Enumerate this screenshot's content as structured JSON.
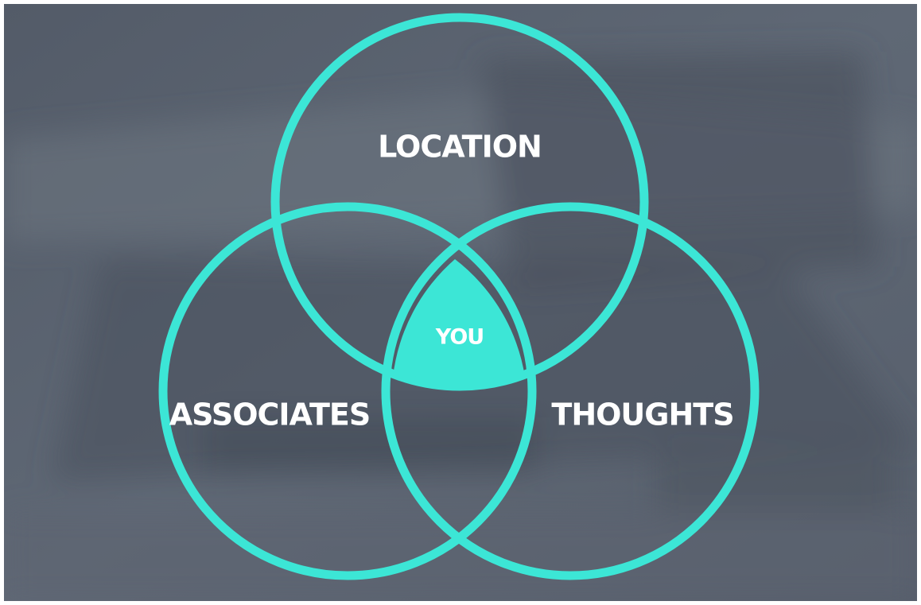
{
  "diagram": {
    "circles": [
      {
        "id": "location",
        "label": "LOCATION"
      },
      {
        "id": "associates",
        "label": "ASSOCIATES"
      },
      {
        "id": "thoughts",
        "label": "THOUGHTS"
      }
    ],
    "center_label": "YOU"
  },
  "colors": {
    "accent": "#3ce6d6",
    "background": "#596270",
    "label": "#ffffff"
  }
}
